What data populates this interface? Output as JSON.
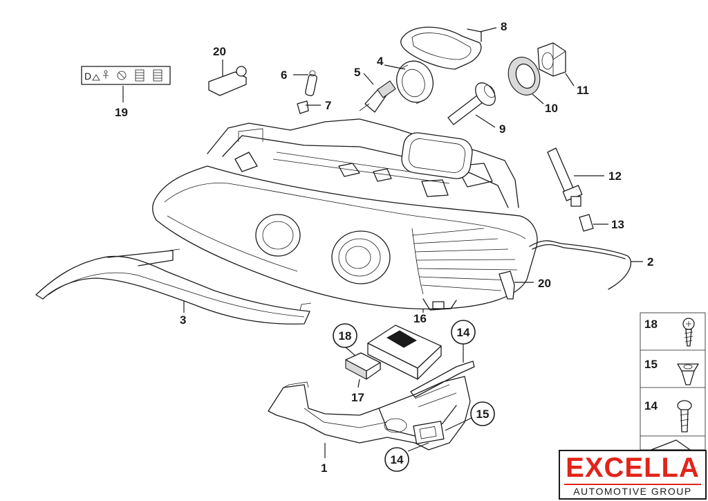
{
  "diagram": {
    "callouts": {
      "c1": "1",
      "c2": "2",
      "c3": "3",
      "c4": "4",
      "c5": "5",
      "c6": "6",
      "c7": "7",
      "c8": "8",
      "c9": "9",
      "c10": "10",
      "c11": "11",
      "c12": "12",
      "c13": "13",
      "c14a": "14",
      "c14b": "14",
      "c15": "15",
      "c16": "16",
      "c17": "17",
      "c18": "18",
      "c19": "19",
      "c20a": "20",
      "c20b": "20"
    },
    "fastener_panel": {
      "items": [
        {
          "label": "18",
          "icon": "self-tapping-screw-icon"
        },
        {
          "label": "15",
          "icon": "expanding-nut-icon"
        },
        {
          "label": "14",
          "icon": "hex-flange-screw-icon"
        }
      ]
    }
  },
  "watermark": {
    "brand": "EXCELLA",
    "tagline": "AUTOMOTIVE GROUP",
    "brand_color": "#e2231a",
    "tagline_color": "#1a1a1a"
  }
}
